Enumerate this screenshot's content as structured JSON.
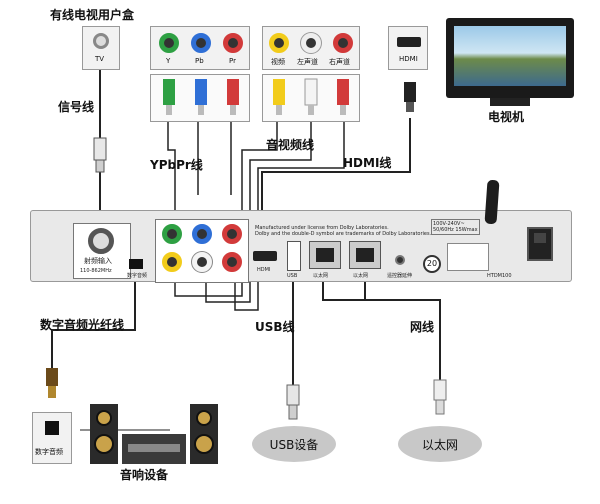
{
  "labels": {
    "cable_box": "有线电视用户盒",
    "signal_line": "信号线",
    "ypbpr_line": "YPbPr线",
    "av_line": "音视频线",
    "hdmi_line": "HDMI线",
    "tv": "电视机",
    "optical_line": "数字音频光纤线",
    "usb_line": "USB线",
    "net_line": "网线",
    "usb_device": "USB设备",
    "ethernet": "以太网",
    "audio_equipment": "音响设备"
  },
  "panels": {
    "tv_port": "TV",
    "ypbpr": [
      "Y",
      "Pb",
      "Pr"
    ],
    "av": [
      "视频",
      "左声道",
      "右声道"
    ],
    "hdmi": "HDMI",
    "digital_audio": "数字音频"
  },
  "device": {
    "rf_in": "射频输入",
    "rf_range": "110-862MHz",
    "optical_out": "数字音频",
    "dolby_text": "Manufactured under license from Dolby Laboratories.\nDolby and the double-D symbol are trademarks of Dolby Laboratories.",
    "hdmi_port": "HDMI",
    "usb_port": "USB",
    "lan1": "以太网",
    "lan2": "以太网",
    "dc": "遥控器延伸",
    "power_rating": "100V-240V~\n50/60Hz 15Wmax",
    "badge": "20",
    "model": "HTDM100"
  },
  "colors": {
    "green": "#2ea043",
    "blue": "#2f6fd6",
    "red": "#d23a3a",
    "yellow": "#f2cc1b",
    "white": "#f4f4f4",
    "cable": "#111111"
  }
}
